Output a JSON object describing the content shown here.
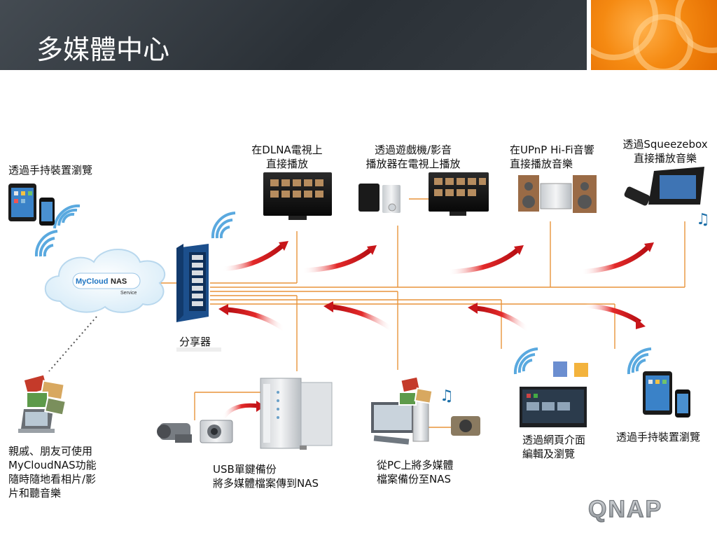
{
  "slide": {
    "title": "多媒體中心"
  },
  "labels": {
    "handheld_top": "透過手持裝置瀏覽",
    "dlna_tv": "在DLNA電視上\n直接播放",
    "game_console": "透過遊戲機/影音\n播放器在電視上播放",
    "upnp_hifi": "在UPnP Hi-Fi音響\n直接播放音樂",
    "squeezebox": "透過Squeezebox\n直接播放音樂",
    "router": "分享器",
    "friends": "親戚、朋友可使用\nMyCloudNAS功能\n隨時隨地看相片/影\n片和聽音樂",
    "usb_backup": "USB單鍵備份\n將多媒體檔案傳到NAS",
    "pc_backup": "從PC上將多媒體\n檔案備份至NAS",
    "web_ui": "透過網頁介面\n編輯及瀏覽",
    "handheld_right": "透過手持裝置瀏覽"
  },
  "cloud": {
    "brand_left": "MyCloud",
    "brand_right": "NAS",
    "service": "Service"
  },
  "logo": {
    "text": "QNAP"
  },
  "colors": {
    "header": "#353b41",
    "accent_orange": "#f58a12",
    "arrow_red": "#d41418",
    "line_orange": "#e8943a",
    "wifi_blue": "#5aa9df"
  }
}
